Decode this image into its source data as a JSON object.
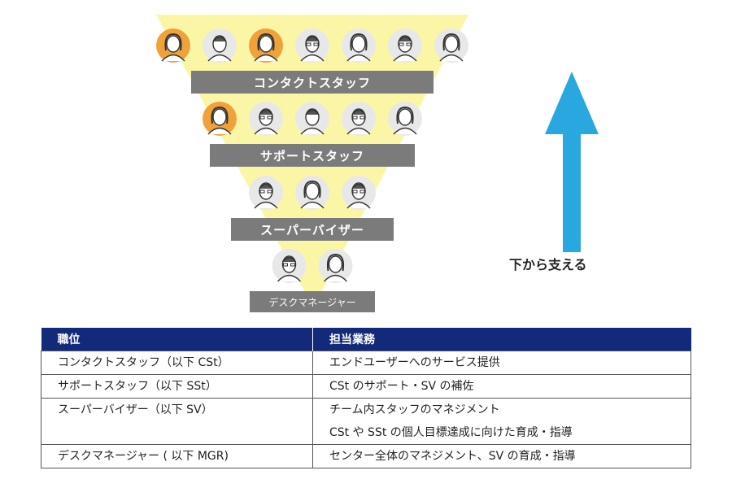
{
  "diagram": {
    "colors": {
      "triangle": "#fbf6a6",
      "band": "#7b7b7b",
      "arrow": "#29a8e0",
      "avatar_bg": "#e8e8e8",
      "avatar_highlight": "#f0a23a"
    },
    "levels": [
      {
        "label": "コンタクトスタッフ",
        "avatars": [
          "female-highlight-avatar",
          "male-avatar",
          "female-highlight-avatar",
          "male-glasses-avatar",
          "female-avatar",
          "male-glasses-avatar",
          "female-avatar"
        ]
      },
      {
        "label": "サポートスタッフ",
        "avatars": [
          "female-highlight-avatar",
          "male-glasses-avatar",
          "male-avatar",
          "male-glasses-avatar",
          "female-avatar"
        ]
      },
      {
        "label": "スーパーバイザー",
        "avatars": [
          "male-glasses-avatar",
          "female-avatar",
          "male-glasses-avatar"
        ]
      },
      {
        "label": "デスクマネージャー",
        "avatars": [
          "male-glasses-avatar",
          "female-avatar"
        ]
      }
    ],
    "arrow_caption": "下から支える"
  },
  "table": {
    "headers": [
      "職位",
      "担当業務"
    ],
    "rows": [
      {
        "role": "コンタクトスタッフ（以下 CSt）",
        "duties": [
          "エンドユーザーへのサービス提供"
        ]
      },
      {
        "role": "サポートスタッフ（以下 SSt）",
        "duties": [
          "CSt のサポート・SV の補佐"
        ]
      },
      {
        "role": "スーパーバイザー（以下 SV）",
        "duties": [
          "チーム内スタッフのマネジメント",
          "CSt や SSt の個人目標達成に向けた育成・指導"
        ]
      },
      {
        "role": "デスクマネージャー ( 以下 MGR)",
        "duties": [
          "センター全体のマネジメント、SV の育成・指導"
        ]
      }
    ]
  }
}
